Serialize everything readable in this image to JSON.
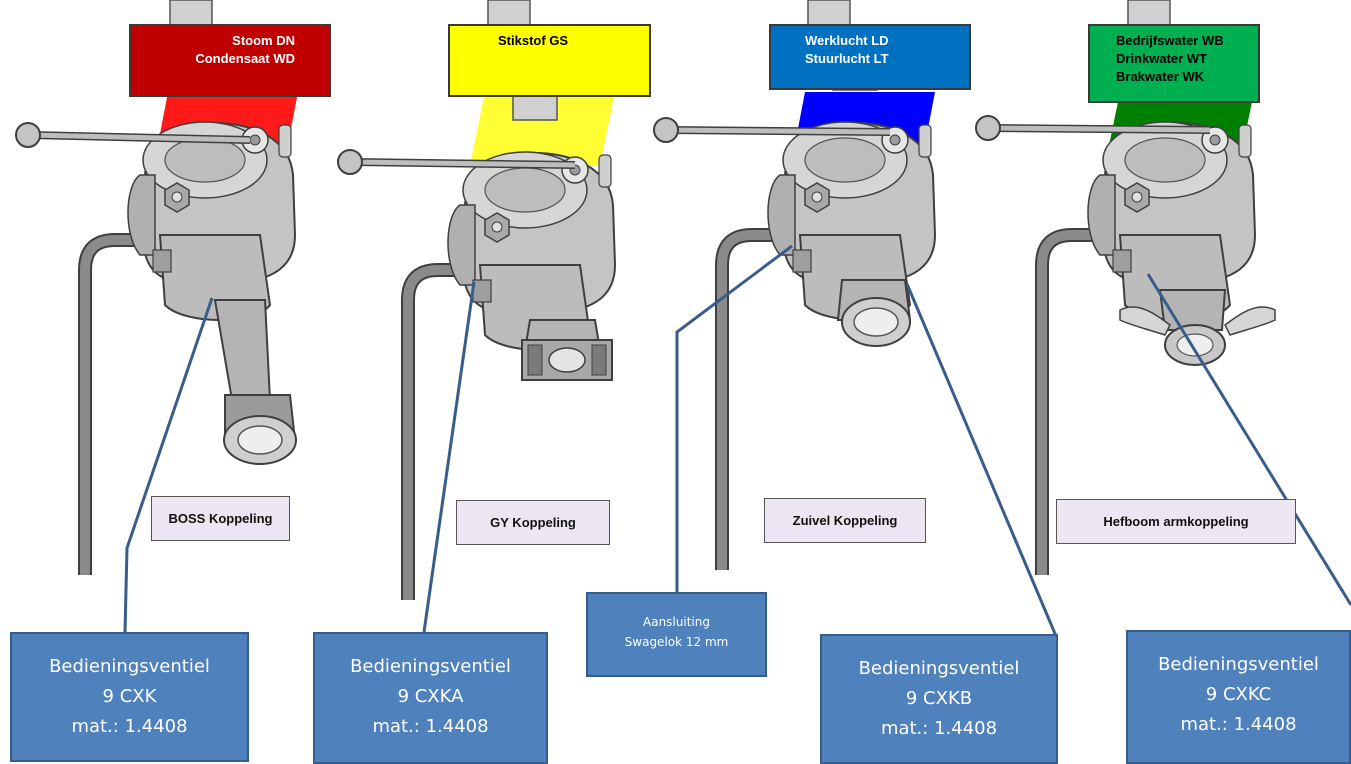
{
  "tags": [
    {
      "lines": [
        "Stoom DN",
        "Condensaat WD"
      ],
      "color": "#c00000",
      "text_color": "#ffffff",
      "pipe_color": "#ff1a1a"
    },
    {
      "lines": [
        "Stikstof GS"
      ],
      "color": "#ffff00",
      "text_color": "#000000",
      "pipe_color": "#ffff33"
    },
    {
      "lines": [
        "Werklucht LD",
        "Stuurlucht LT"
      ],
      "color": "#0070c0",
      "text_color": "#ffffff",
      "pipe_color": "#0000ff"
    },
    {
      "lines": [
        "Bedrijfswater WB",
        "Drinkwater WT",
        "Brakwater WK"
      ],
      "color": "#00b050",
      "text_color": "#000000",
      "pipe_color": "#008000"
    }
  ],
  "couplings": [
    "BOSS Koppeling",
    "GY Koppeling",
    "Zuivel Koppeling",
    "Hefboom armkoppeling"
  ],
  "connection": {
    "lines": [
      "Aansluiting",
      "Swagelok 12 mm"
    ]
  },
  "valves": [
    {
      "name": "Bedieningsventiel",
      "code": "9 CXK",
      "material": "mat.: 1.4408"
    },
    {
      "name": "Bedieningsventiel",
      "code": "9 CXKA",
      "material": "mat.: 1.4408"
    },
    {
      "name": "Bedieningsventiel",
      "code": "9 CXKB",
      "material": "mat.: 1.4408"
    },
    {
      "name": "Bedieningsventiel",
      "code": "9 CXKC",
      "material": "mat.: 1.4408"
    }
  ],
  "colors": {
    "metal": "#c4c4c4",
    "metal_dark": "#8a8a8a",
    "outline": "#3f3f3f",
    "leader": "#385d8a",
    "tube": "#7f7f7f"
  }
}
